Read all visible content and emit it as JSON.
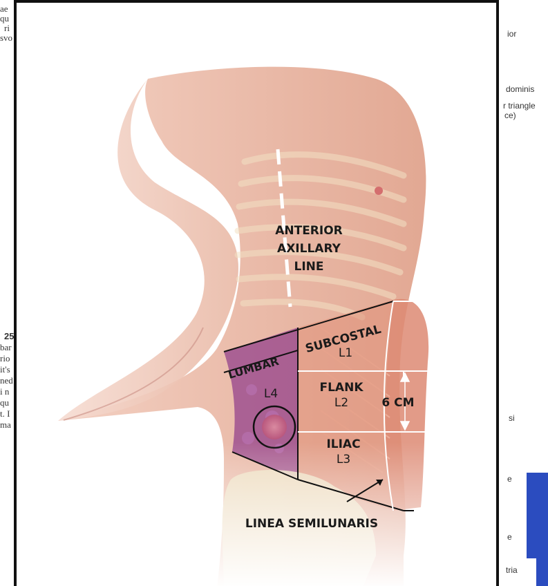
{
  "background": {
    "left_fragments": [
      "ae",
      "qu",
      "ri",
      "svo"
    ],
    "left_lower_fragments": [
      "25",
      "bar",
      "rio",
      "it's",
      "ned",
      "i n",
      "qu",
      "t. I",
      "ma"
    ],
    "right_fragments": [
      "ior",
      "dominis",
      "r triangle",
      "ce)",
      "si",
      "e",
      "e",
      "tria"
    ]
  },
  "figure": {
    "labels": {
      "anterior": "ANTERIOR",
      "axillary": "AXILLARY",
      "line": "LINE",
      "subcostal": "SUBCOSTAL",
      "l1": "L1",
      "lumbar": "LUMBAR",
      "l4": "L4",
      "flank": "FLANK",
      "l2": "L2",
      "six_cm": "6 CM",
      "iliac": "ILIAC",
      "l3": "L3",
      "linea_semilunaris": "LINEA SEMILUNARIS"
    }
  },
  "colors": {
    "skin": "#e9b9a6",
    "muscle": "#d9826b",
    "lumbar_region": "#8e3a8a",
    "ribs": "#e8d5b0",
    "accent_blue": "#2b4cbf"
  }
}
